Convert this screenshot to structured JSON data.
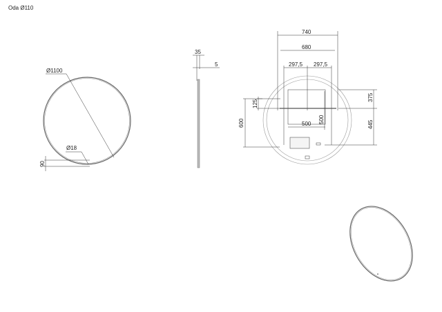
{
  "title": "Oda Ø110",
  "front_view": {
    "diameter_label": "Ø1100",
    "frame_diameter_label": "Ø18",
    "offset_label": "90"
  },
  "side_view": {
    "depth_label": "35",
    "glass_label": "5"
  },
  "rear_view": {
    "total_width_label": "740",
    "bracket_width_label": "680",
    "half_left_label": "297,5",
    "half_right_label": "297,5",
    "top_to_bracket_label": "375",
    "bracket_to_bottom_label": "445",
    "bracket_offset_label": "125",
    "height_600_label": "600",
    "inner_width_label": "500",
    "inner_height_label": "500"
  },
  "perspective_view": {
    "shape": "ellipse"
  }
}
